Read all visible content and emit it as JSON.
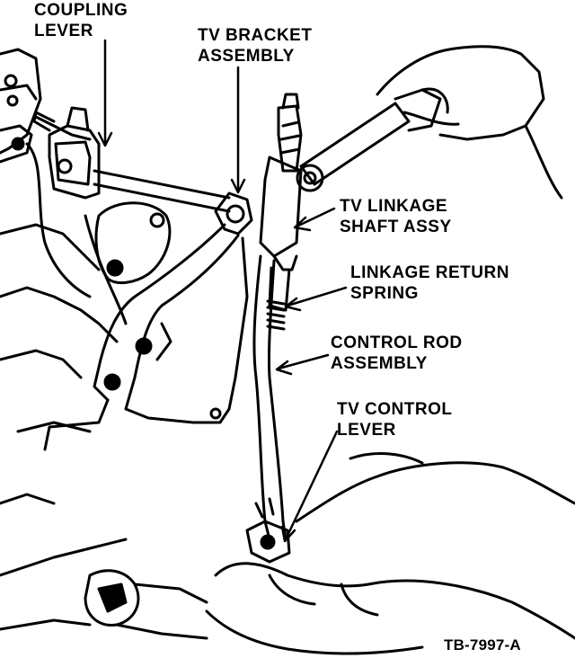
{
  "labels": {
    "coupling_lever": [
      "COUPLING",
      "LEVER"
    ],
    "tv_bracket": [
      "TV BRACKET",
      "ASSEMBLY"
    ],
    "tv_linkage_shaft": [
      "TV LINKAGE",
      "SHAFT ASSY"
    ],
    "linkage_return_spring": [
      "LINKAGE RETURN",
      "SPRING"
    ],
    "control_rod": [
      "CONTROL ROD",
      "ASSEMBLY"
    ],
    "tv_control_lever": [
      "TV CONTROL",
      "LEVER"
    ]
  },
  "figure_id": "TB-7997-A"
}
